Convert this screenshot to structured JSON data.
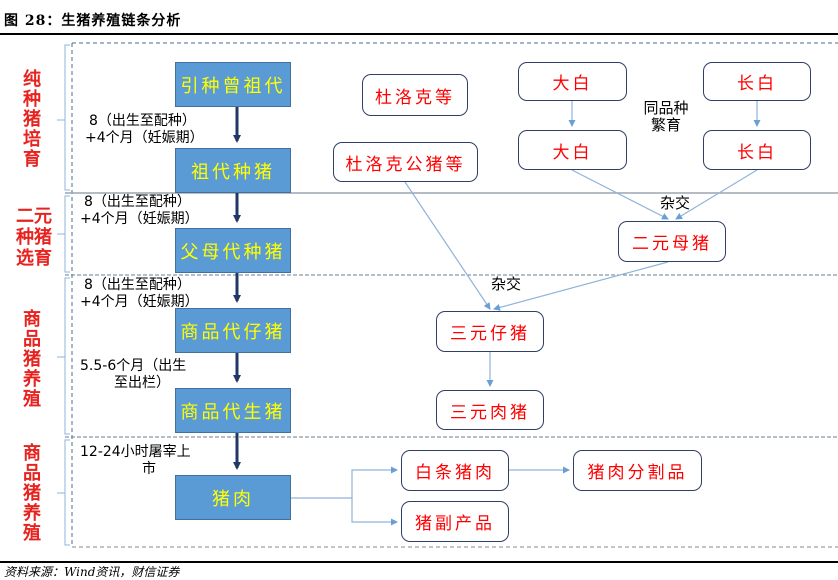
{
  "figure": {
    "title": "图 28：生猪养殖链条分析",
    "source": "资料来源：Wind资讯，财信证券"
  },
  "sections": [
    {
      "label_lines": [
        "纯",
        "种",
        "猪",
        "培",
        "育"
      ]
    },
    {
      "label_lines": [
        "二元",
        "种猪",
        "选育"
      ]
    },
    {
      "label_lines": [
        "商",
        "品",
        "猪",
        "养",
        "殖"
      ]
    },
    {
      "label_lines": [
        "商",
        "品",
        "猪",
        "养",
        "殖"
      ]
    }
  ],
  "main_chain": [
    {
      "id": "great-grandparent",
      "label": "引种曾祖代"
    },
    {
      "id": "grandparent",
      "label": "祖代种猪"
    },
    {
      "id": "parent",
      "label": "父母代种猪"
    },
    {
      "id": "commercial-piglet",
      "label": "商品代仔猪"
    },
    {
      "id": "commercial-hog",
      "label": "商品代生猪"
    },
    {
      "id": "pork",
      "label": "猪肉"
    }
  ],
  "chain_notes": [
    {
      "lines": [
        "8（出生至配种）",
        "+4个月（妊娠期）"
      ]
    },
    {
      "lines": [
        "8（出生至配种）",
        "+4个月（妊娠期）"
      ]
    },
    {
      "lines": [
        "8（出生至配种）",
        "+4个月（妊娠期）"
      ]
    },
    {
      "lines": [
        "5.5-6个月（出生",
        "至出栏）"
      ]
    },
    {
      "lines": [
        "12-24小时屠宰上",
        "市"
      ]
    }
  ],
  "breed_nodes": {
    "duroc": "杜洛克等",
    "duroc_boar": "杜洛克公猪等",
    "yorkshire_1": "大白",
    "landrace_1": "长白",
    "yorkshire_2": "大白",
    "landrace_2": "长白",
    "two_way_sow": "二元母猪",
    "three_way_piglet": "三元仔猪",
    "three_way_hog": "三元肉猪",
    "carcass_pork": "白条猪肉",
    "pork_cuts": "猪肉分割品",
    "pork_byproducts": "猪副产品"
  },
  "annotations": {
    "purebred_breeding": [
      "同品种",
      "繁育"
    ],
    "crossbreed_1": "杂交",
    "crossbreed_2": "杂交"
  },
  "colors": {
    "blue_box_fill": "#5b9bd5",
    "blue_box_text": "#ffff00",
    "node_text": "#ff0000",
    "section_label": "#e8231f",
    "chain_arrow": "#1f3864",
    "connector": "#8fb4d9"
  }
}
